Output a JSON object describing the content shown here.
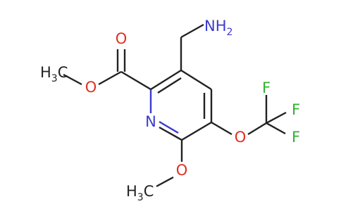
{
  "atoms": {
    "n_ring": {
      "text": "N",
      "color": "#3a3ad0"
    },
    "o_carbonyl": {
      "text": "O",
      "color": "#e03020"
    },
    "o_ester": {
      "text": "O",
      "color": "#e03020"
    },
    "methyl_ester": {
      "main": "H",
      "sub": "3",
      "tail": "C",
      "color": "#222222"
    },
    "amine": {
      "main": "NH",
      "sub": "2",
      "color": "#3a3ad0"
    },
    "o_ether": {
      "text": "O",
      "color": "#e03020"
    },
    "f1": {
      "text": "F",
      "color": "#30b030"
    },
    "f2": {
      "text": "F",
      "color": "#30b030"
    },
    "f3": {
      "text": "F",
      "color": "#30b030"
    },
    "o_methoxy": {
      "text": "O",
      "color": "#e03020"
    },
    "methyl_methoxy": {
      "main": "H",
      "sub": "3",
      "tail": "C",
      "color": "#222222"
    }
  },
  "colors": {
    "carbon_bond": "#222222",
    "nitrogen": "#3a3ad0",
    "oxygen": "#e03020",
    "fluorine": "#30b030"
  }
}
